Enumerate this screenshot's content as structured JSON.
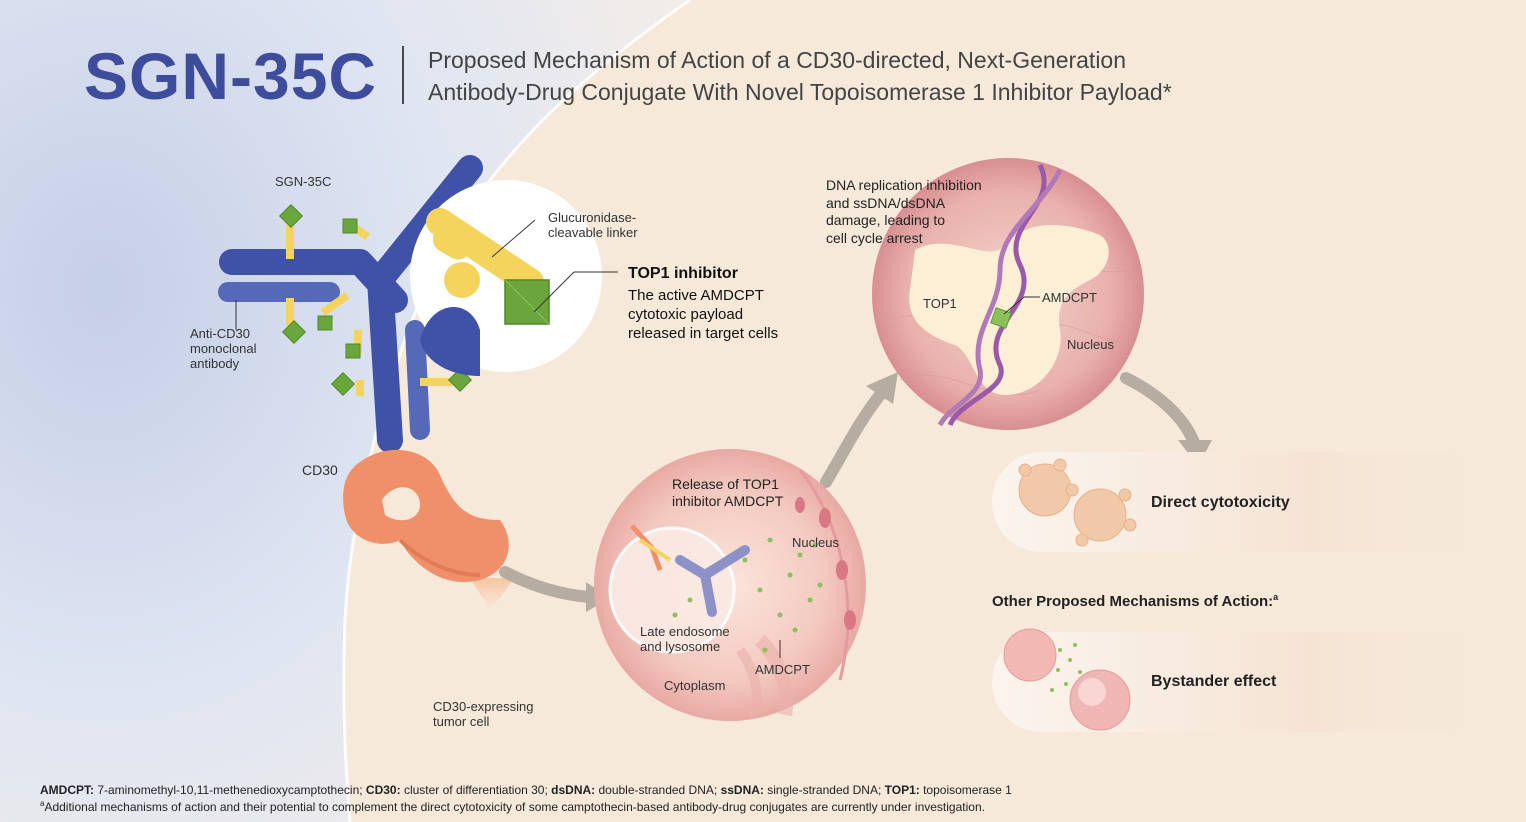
{
  "header": {
    "title": "SGN-35C",
    "subtitle_line1": "Proposed Mechanism of Action of a CD30-directed, Next-Generation",
    "subtitle_line2": "Antibody-Drug Conjugate With Novel Topoisomerase 1 Inhibitor Payload*"
  },
  "antibody": {
    "name_label": "SGN-35C",
    "anti_label_1": "Anti-CD30",
    "anti_label_2": "monoclonal",
    "anti_label_3": "antibody",
    "linker_label_1": "Glucuronidase-",
    "linker_label_2": "cleavable linker",
    "cd30_label": "CD30",
    "tumor_label_1": "CD30-expressing",
    "tumor_label_2": "tumor cell"
  },
  "top1_callout": {
    "heading": "TOP1 inhibitor",
    "line1": "The active AMDCPT",
    "line2": "cytotoxic payload",
    "line3": "released in target cells"
  },
  "release_panel": {
    "heading_1": "Release of TOP1",
    "heading_2": "inhibitor AMDCPT",
    "nucleus_label": "Nucleus",
    "endosome_label_1": "Late endosome",
    "endosome_label_2": "and lysosome",
    "amdcpt_label": "AMDCPT",
    "cytoplasm_label": "Cytoplasm"
  },
  "dna_panel": {
    "heading_1": "DNA replication inhibition",
    "heading_2": "and ssDNA/dsDNA",
    "heading_3": "damage, leading to",
    "heading_4": "cell cycle arrest",
    "top1_label": "TOP1",
    "amdcpt_label": "AMDCPT",
    "nucleus_label": "Nucleus"
  },
  "outcomes": {
    "direct": "Direct cytotoxicity",
    "other_heading": "Other Proposed Mechanisms of Action:",
    "other_sup": "a",
    "bystander": "Bystander effect"
  },
  "footnotes": {
    "abbr_1_term": "AMDCPT:",
    "abbr_1_def": " 7-aminomethyl-10,11-methenedioxycamptothecin; ",
    "abbr_2_term": "CD30:",
    "abbr_2_def": " cluster of differentiation 30; ",
    "abbr_3_term": "dsDNA:",
    "abbr_3_def": " double-stranded DNA; ",
    "abbr_4_term": "ssDNA:",
    "abbr_4_def": " single-stranded DNA; ",
    "abbr_5_term": "TOP1:",
    "abbr_5_def": " topoisomerase 1",
    "note_sup": "a",
    "note_text": "Additional mechanisms of action and their potential to complement the direct cytotoxicity of some camptothecin-based antibody-drug conjugates are currently under investigation."
  },
  "colors": {
    "antibody_blue": "#3f52a8",
    "payload_green": "#6aa63c",
    "linker_yellow": "#f5d45e",
    "cd30_orange": "#f0906a",
    "cell_pink": "#f2c7c0",
    "arrow_gray": "#b7aca2",
    "dna_purple": "#9a5aa8"
  }
}
